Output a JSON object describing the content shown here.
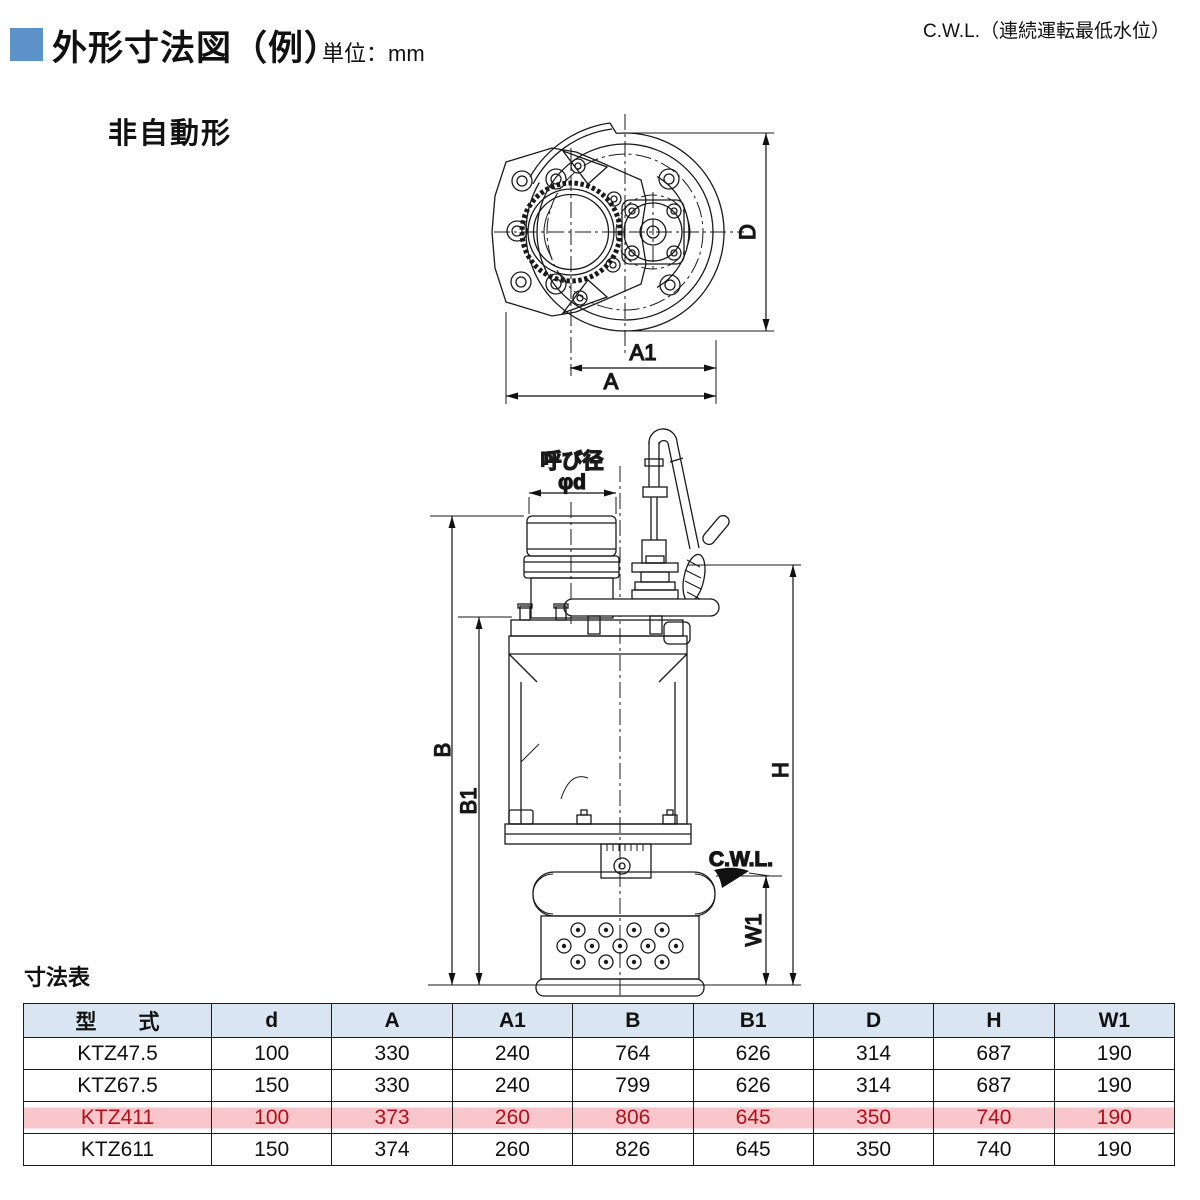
{
  "page": {
    "title": "外形寸法図（例）",
    "unit": "単位：mm",
    "cwl_note": "C.W.L.（連続運転最低水位）",
    "variant_label": "非自動形"
  },
  "drawing": {
    "top_view": {
      "dim_D": "D",
      "dim_A1": "A1",
      "dim_A": "A"
    },
    "side_view": {
      "bore_label": "呼び径",
      "bore_dia": "φd",
      "dim_B": "B",
      "dim_B1": "B1",
      "dim_H": "H",
      "dim_W1": "W1",
      "cwl": "C.W.L."
    }
  },
  "table": {
    "caption": "寸法表",
    "columns": [
      "型　　式",
      "d",
      "A",
      "A1",
      "B",
      "B1",
      "D",
      "H",
      "W1"
    ],
    "rows": [
      {
        "model": "KTZ47.5",
        "values": [
          "100",
          "330",
          "240",
          "764",
          "626",
          "314",
          "687",
          "190"
        ],
        "highlight": false
      },
      {
        "model": "KTZ67.5",
        "values": [
          "150",
          "330",
          "240",
          "799",
          "626",
          "314",
          "687",
          "190"
        ],
        "highlight": false
      },
      {
        "model": "KTZ411",
        "values": [
          "100",
          "373",
          "260",
          "806",
          "645",
          "350",
          "740",
          "190"
        ],
        "highlight": true
      },
      {
        "model": "KTZ611",
        "values": [
          "150",
          "374",
          "260",
          "826",
          "645",
          "350",
          "740",
          "190"
        ],
        "highlight": false
      }
    ]
  },
  "colors": {
    "accent_blue": "#5b92c8",
    "table_header_bg": "#d9e6f2",
    "highlight_pink": "#f9c6cc",
    "highlight_red": "#b11119"
  }
}
